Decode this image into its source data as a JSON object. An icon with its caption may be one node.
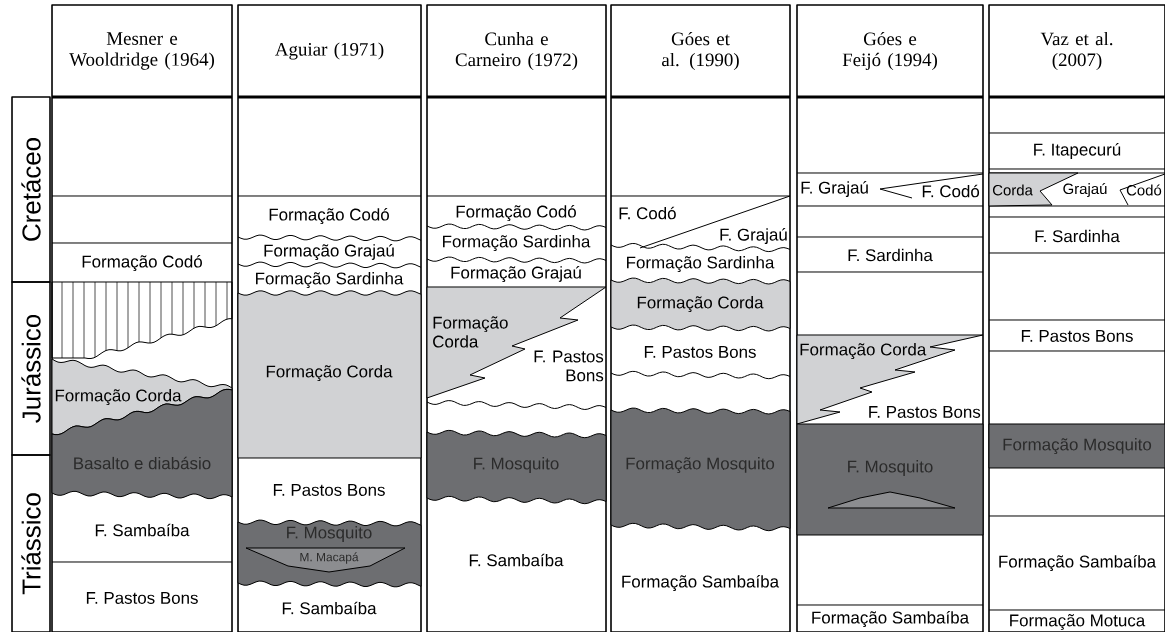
{
  "diagram": {
    "nodes": [
      {
        "text": [
          "Cretáceo"
        ]
      },
      {
        "text": [
          "Jurássico"
        ]
      },
      {
        "text": [
          "Triássico"
        ]
      },
      {
        "text": [
          "Mesner e Wooldridge (1964)"
        ]
      },
      {
        "text": [
          "Formação Codó"
        ],
        "in": 3
      },
      {
        "text": [
          "Formação Corda"
        ],
        "in": 3
      },
      {
        "text": [
          "Basalto e diabásio"
        ],
        "in": 3
      },
      {
        "text": [
          "F. Sambaíba"
        ],
        "in": 3
      },
      {
        "text": [
          "F. Pastos Bons"
        ],
        "in": 3
      },
      {
        "text": [
          "Aguiar (1971)"
        ]
      },
      {
        "text": [
          "Formação Codó"
        ],
        "in": 9
      },
      {
        "text": [
          "Formação Grajaú"
        ],
        "in": 9
      },
      {
        "text": [
          "Formação Sardinha"
        ],
        "in": 9
      },
      {
        "text": [
          "Formação Corda"
        ],
        "in": 9
      },
      {
        "text": [
          "F. Pastos Bons"
        ],
        "in": 9
      },
      {
        "text": [
          "F. Mosquito"
        ],
        "in": 9
      },
      {
        "text": [
          "M. Macapá"
        ],
        "in": 15
      },
      {
        "text": [
          "F. Sambaíba"
        ],
        "in": 9
      },
      {
        "text": [
          "Cunha e Carneiro (1972)"
        ]
      },
      {
        "text": [
          "Formação Codó"
        ],
        "in": 18
      },
      {
        "text": [
          "Formação Sardinha"
        ],
        "in": 18
      },
      {
        "text": [
          "Formação Grajaú"
        ],
        "in": 18
      },
      {
        "text": [
          "Formação Corda"
        ],
        "in": 18
      },
      {
        "text": [
          "F. Pastos Bons"
        ],
        "in": 18
      },
      {
        "text": [
          "F. Mosquito"
        ],
        "in": 18
      },
      {
        "text": [
          "F. Sambaíba"
        ],
        "in": 18
      },
      {
        "text": [
          "Góes et al. (1990)"
        ]
      },
      {
        "text": [
          "F. Codó"
        ],
        "in": 26
      },
      {
        "text": [
          "F. Grajaú"
        ],
        "in": 26
      },
      {
        "text": [
          "Formação Sardinha"
        ],
        "in": 26
      },
      {
        "text": [
          "Formação Corda"
        ],
        "in": 26
      },
      {
        "text": [
          "F. Pastos Bons"
        ],
        "in": 26
      },
      {
        "text": [
          "Formação Mosquito"
        ],
        "in": 26
      },
      {
        "text": [
          "Formação Sambaíba"
        ],
        "in": 26
      },
      {
        "text": [
          "Góes e Feijó (1994)"
        ]
      },
      {
        "text": [
          "F. Grajaú"
        ],
        "in": 34
      },
      {
        "text": [
          "F. Codó"
        ],
        "in": 34
      },
      {
        "text": [
          "F. Sardinha"
        ],
        "in": 34
      },
      {
        "text": [
          "Formação Corda"
        ],
        "in": 34
      },
      {
        "text": [
          "F. Pastos Bons"
        ],
        "in": 34
      },
      {
        "text": [
          "F. Mosquito"
        ],
        "in": 34
      },
      {
        "text": [],
        "shape": "lens",
        "in": 40
      },
      {
        "text": [
          "Formação Sambaíba"
        ],
        "in": 34
      },
      {
        "text": [
          "Vaz et al. (2007)"
        ]
      },
      {
        "text": [
          "F. Itapecurú"
        ],
        "in": 43
      },
      {
        "text": [
          "Corda"
        ],
        "in": 43
      },
      {
        "text": [
          "Grajaú"
        ],
        "in": 43
      },
      {
        "text": [
          "Codó"
        ],
        "in": 43
      },
      {
        "text": [
          "F. Sardinha"
        ],
        "in": 43
      },
      {
        "text": [
          "F. Pastos Bons"
        ],
        "in": 43
      },
      {
        "text": [
          "Formação Mosquito"
        ],
        "in": 43
      },
      {
        "text": [
          "Formação Sambaíba"
        ],
        "in": 43
      },
      {
        "text": [
          "Formação Motuca"
        ],
        "in": 43
      }
    ]
  }
}
